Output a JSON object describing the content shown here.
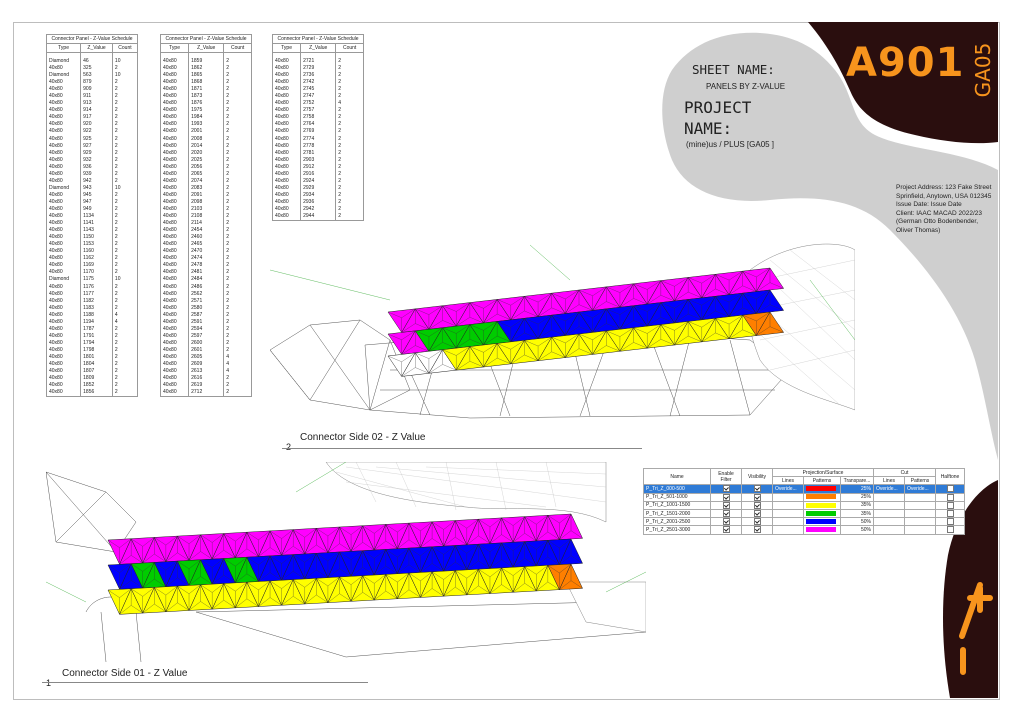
{
  "sheet": {
    "number": "A901",
    "group": "GA05",
    "sheet_name_label": "SHEET NAME:",
    "sheet_name": "PANELS BY Z-VALUE",
    "project_label_1": "PROJECT",
    "project_label_2": "NAME:",
    "project_name": "(mine)us / PLUS [GA05 ]",
    "logo": "-/+",
    "info": [
      "Project Address: 123 Fake Street",
      "Sprinfield, Anytown, USA 012345",
      "Issue Date: Issue Date",
      "Client: IAAC MACAD 2022/23",
      "(German Otto Bodenbender,",
      "Oliver Thomas)"
    ],
    "colors": {
      "accent": "#f7941d",
      "dark": "#2a0e0e",
      "blob": "#cfcfcf"
    }
  },
  "schedules": {
    "title": "Connector Panel - Z-Value Schedule",
    "headers": [
      "Type",
      "Z_Value",
      "Count"
    ],
    "col1": [
      [
        "Diamond",
        "46",
        "10"
      ],
      [
        "40x80",
        "325",
        "2"
      ],
      [
        "Diamond",
        "563",
        "10"
      ],
      [
        "40x80",
        "879",
        "2"
      ],
      [
        "40x80",
        "909",
        "2"
      ],
      [
        "40x80",
        "911",
        "2"
      ],
      [
        "40x80",
        "913",
        "2"
      ],
      [
        "40x80",
        "914",
        "2"
      ],
      [
        "40x80",
        "917",
        "2"
      ],
      [
        "40x80",
        "920",
        "2"
      ],
      [
        "40x80",
        "922",
        "2"
      ],
      [
        "40x80",
        "925",
        "2"
      ],
      [
        "40x80",
        "927",
        "2"
      ],
      [
        "40x80",
        "929",
        "2"
      ],
      [
        "40x80",
        "932",
        "2"
      ],
      [
        "40x80",
        "936",
        "2"
      ],
      [
        "40x80",
        "939",
        "2"
      ],
      [
        "40x80",
        "942",
        "2"
      ],
      [
        "Diamond",
        "943",
        "10"
      ],
      [
        "40x80",
        "945",
        "2"
      ],
      [
        "40x80",
        "947",
        "2"
      ],
      [
        "40x80",
        "949",
        "2"
      ],
      [
        "40x80",
        "1134",
        "2"
      ],
      [
        "40x80",
        "1141",
        "2"
      ],
      [
        "40x80",
        "1143",
        "2"
      ],
      [
        "40x80",
        "1150",
        "2"
      ],
      [
        "40x80",
        "1153",
        "2"
      ],
      [
        "40x80",
        "1160",
        "2"
      ],
      [
        "40x80",
        "1162",
        "2"
      ],
      [
        "40x80",
        "1169",
        "2"
      ],
      [
        "40x80",
        "1170",
        "2"
      ],
      [
        "Diamond",
        "1175",
        "10"
      ],
      [
        "40x80",
        "1176",
        "2"
      ],
      [
        "40x80",
        "1177",
        "2"
      ],
      [
        "40x80",
        "1182",
        "2"
      ],
      [
        "40x80",
        "1183",
        "2"
      ],
      [
        "40x80",
        "1188",
        "4"
      ],
      [
        "40x80",
        "1194",
        "4"
      ],
      [
        "40x80",
        "1787",
        "2"
      ],
      [
        "40x80",
        "1791",
        "2"
      ],
      [
        "40x80",
        "1794",
        "2"
      ],
      [
        "40x80",
        "1798",
        "2"
      ],
      [
        "40x80",
        "1801",
        "2"
      ],
      [
        "40x80",
        "1804",
        "2"
      ],
      [
        "40x80",
        "1807",
        "2"
      ],
      [
        "40x80",
        "1809",
        "2"
      ],
      [
        "40x80",
        "1852",
        "2"
      ],
      [
        "40x80",
        "1856",
        "2"
      ]
    ],
    "col2": [
      [
        "40x80",
        "1859",
        "2"
      ],
      [
        "40x80",
        "1862",
        "2"
      ],
      [
        "40x80",
        "1865",
        "2"
      ],
      [
        "40x80",
        "1868",
        "2"
      ],
      [
        "40x80",
        "1871",
        "2"
      ],
      [
        "40x80",
        "1873",
        "2"
      ],
      [
        "40x80",
        "1876",
        "2"
      ],
      [
        "40x80",
        "1975",
        "2"
      ],
      [
        "40x80",
        "1984",
        "2"
      ],
      [
        "40x80",
        "1993",
        "2"
      ],
      [
        "40x80",
        "2001",
        "2"
      ],
      [
        "40x80",
        "2008",
        "2"
      ],
      [
        "40x80",
        "2014",
        "2"
      ],
      [
        "40x80",
        "2020",
        "2"
      ],
      [
        "40x80",
        "2025",
        "2"
      ],
      [
        "40x80",
        "2056",
        "2"
      ],
      [
        "40x80",
        "2065",
        "2"
      ],
      [
        "40x80",
        "2074",
        "2"
      ],
      [
        "40x80",
        "2083",
        "2"
      ],
      [
        "40x80",
        "2091",
        "2"
      ],
      [
        "40x80",
        "2098",
        "2"
      ],
      [
        "40x80",
        "2103",
        "2"
      ],
      [
        "40x80",
        "2108",
        "2"
      ],
      [
        "40x80",
        "2114",
        "2"
      ],
      [
        "40x80",
        "2454",
        "2"
      ],
      [
        "40x80",
        "2460",
        "2"
      ],
      [
        "40x80",
        "2465",
        "2"
      ],
      [
        "40x80",
        "2470",
        "2"
      ],
      [
        "40x80",
        "2474",
        "2"
      ],
      [
        "40x80",
        "2478",
        "2"
      ],
      [
        "40x80",
        "2481",
        "2"
      ],
      [
        "40x80",
        "2484",
        "2"
      ],
      [
        "40x80",
        "2486",
        "2"
      ],
      [
        "40x80",
        "2562",
        "2"
      ],
      [
        "40x80",
        "2571",
        "2"
      ],
      [
        "40x80",
        "2580",
        "2"
      ],
      [
        "40x80",
        "2587",
        "2"
      ],
      [
        "40x80",
        "2591",
        "2"
      ],
      [
        "40x80",
        "2594",
        "2"
      ],
      [
        "40x80",
        "2597",
        "2"
      ],
      [
        "40x80",
        "2600",
        "2"
      ],
      [
        "40x80",
        "2601",
        "2"
      ],
      [
        "40x80",
        "2605",
        "4"
      ],
      [
        "40x80",
        "2609",
        "4"
      ],
      [
        "40x80",
        "2613",
        "4"
      ],
      [
        "40x80",
        "2616",
        "2"
      ],
      [
        "40x80",
        "2619",
        "2"
      ],
      [
        "40x80",
        "2712",
        "2"
      ]
    ],
    "col3": [
      [
        "40x80",
        "2721",
        "2"
      ],
      [
        "40x80",
        "2729",
        "2"
      ],
      [
        "40x80",
        "2736",
        "2"
      ],
      [
        "40x80",
        "2742",
        "2"
      ],
      [
        "40x80",
        "2745",
        "2"
      ],
      [
        "40x80",
        "2747",
        "2"
      ],
      [
        "40x80",
        "2752",
        "4"
      ],
      [
        "40x80",
        "2757",
        "2"
      ],
      [
        "40x80",
        "2758",
        "2"
      ],
      [
        "40x80",
        "2764",
        "2"
      ],
      [
        "40x80",
        "2769",
        "2"
      ],
      [
        "40x80",
        "2774",
        "2"
      ],
      [
        "40x80",
        "2778",
        "2"
      ],
      [
        "40x80",
        "2781",
        "2"
      ],
      [
        "40x80",
        "2903",
        "2"
      ],
      [
        "40x80",
        "2912",
        "2"
      ],
      [
        "40x80",
        "2916",
        "2"
      ],
      [
        "40x80",
        "2924",
        "2"
      ],
      [
        "40x80",
        "2929",
        "2"
      ],
      [
        "40x80",
        "2934",
        "2"
      ],
      [
        "40x80",
        "2936",
        "2"
      ],
      [
        "40x80",
        "2942",
        "2"
      ],
      [
        "40x80",
        "2944",
        "2"
      ]
    ]
  },
  "views": [
    {
      "number": "2",
      "title": "Connector Side 02 - Z Value"
    },
    {
      "number": "1",
      "title": "Connector Side 01 - Z Value"
    }
  ],
  "filters": {
    "headers": {
      "name": "Name",
      "enable": "Enable Filter",
      "visibility": "Visibility",
      "proj": "Projection/Surface",
      "cut": "Cut",
      "halftone": "Halftone",
      "lines": "Lines",
      "patterns": "Patterns",
      "transparency": "Transpare...",
      "cut_lines": "Lines",
      "cut_patterns": "Patterns"
    },
    "rows": [
      {
        "name": "P_Tri_Z_000-500",
        "lines": "Overide...",
        "color": "#ff0000",
        "transparency": "25%",
        "cut_lines": "Overide...",
        "cut_patterns": "Overide...",
        "selected": true
      },
      {
        "name": "P_Tri_Z_501-1000",
        "lines": "",
        "color": "#ff7f00",
        "transparency": "25%",
        "cut_lines": "",
        "cut_patterns": "",
        "selected": false
      },
      {
        "name": "P_Tri_Z_1001-1500",
        "lines": "",
        "color": "#ffff00",
        "transparency": "35%",
        "cut_lines": "",
        "cut_patterns": "",
        "selected": false
      },
      {
        "name": "P_Tri_Z_1501-2000",
        "lines": "",
        "color": "#00cc00",
        "transparency": "35%",
        "cut_lines": "",
        "cut_patterns": "",
        "selected": false
      },
      {
        "name": "P_Tri_Z_2001-2500",
        "lines": "",
        "color": "#0000ff",
        "transparency": "50%",
        "cut_lines": "",
        "cut_patterns": "",
        "selected": false
      },
      {
        "name": "P_Tri_Z_2501-3000",
        "lines": "",
        "color": "#ff00ff",
        "transparency": "50%",
        "cut_lines": "",
        "cut_patterns": "",
        "selected": false
      }
    ]
  },
  "panels": {
    "view2": [
      [
        "m",
        "m",
        "m",
        "m",
        "m",
        "m",
        "m",
        "m",
        "m",
        "m",
        "m",
        "m",
        "m",
        "m"
      ],
      [
        "m",
        "g",
        "g",
        "g",
        "b",
        "b",
        "b",
        "b",
        "b",
        "b",
        "b",
        "b",
        "b",
        "b"
      ],
      [
        "w",
        "w",
        "y",
        "y",
        "y",
        "y",
        "y",
        "y",
        "y",
        "y",
        "y",
        "y",
        "y",
        "o"
      ]
    ],
    "view1": [
      [
        "m",
        "m",
        "m",
        "m",
        "m",
        "m",
        "m",
        "m",
        "m",
        "m",
        "m",
        "m",
        "m",
        "m",
        "m",
        "m",
        "m",
        "m",
        "m",
        "m"
      ],
      [
        "b",
        "g",
        "b",
        "g",
        "b",
        "g",
        "b",
        "b",
        "b",
        "b",
        "b",
        "b",
        "b",
        "b",
        "b",
        "b",
        "b",
        "b",
        "b",
        "b"
      ],
      [
        "y",
        "y",
        "y",
        "y",
        "y",
        "y",
        "y",
        "y",
        "y",
        "y",
        "y",
        "y",
        "y",
        "y",
        "y",
        "y",
        "y",
        "y",
        "y",
        "o"
      ]
    ],
    "palette": {
      "m": "#ff00ff",
      "b": "#0000ff",
      "g": "#00cc00",
      "y": "#ffff00",
      "o": "#ff7f00",
      "w": "#ffffff"
    }
  }
}
